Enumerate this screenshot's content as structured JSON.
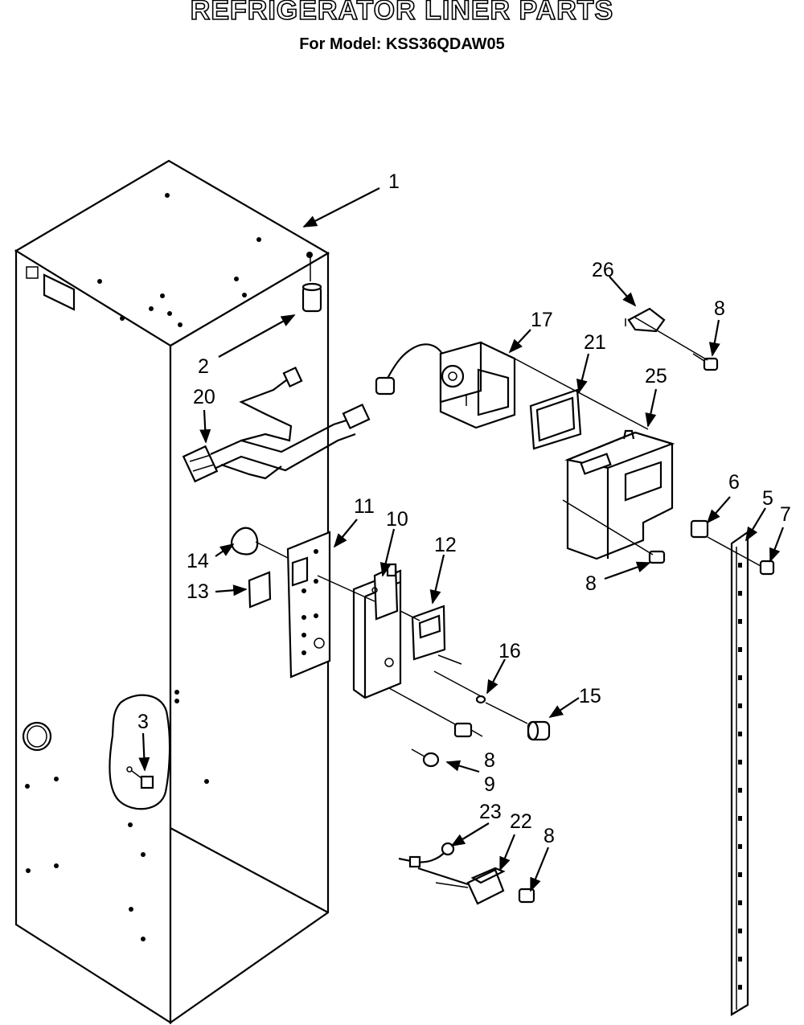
{
  "header": {
    "title": "REFRIGERATOR LINER PARTS",
    "subtitle": "For Model: KSS36QDAW05"
  },
  "callouts": {
    "c1": "1",
    "c2": "2",
    "c3": "3",
    "c5": "5",
    "c6": "6",
    "c7": "7",
    "c8a": "8",
    "c8b": "8",
    "c8c": "8",
    "c8d": "8",
    "c9": "9",
    "c10": "10",
    "c11": "11",
    "c12": "12",
    "c13": "13",
    "c14": "14",
    "c15": "15",
    "c16": "16",
    "c17": "17",
    "c20": "20",
    "c21": "21",
    "c22": "22",
    "c23": "23",
    "c25": "25",
    "c26": "26"
  }
}
